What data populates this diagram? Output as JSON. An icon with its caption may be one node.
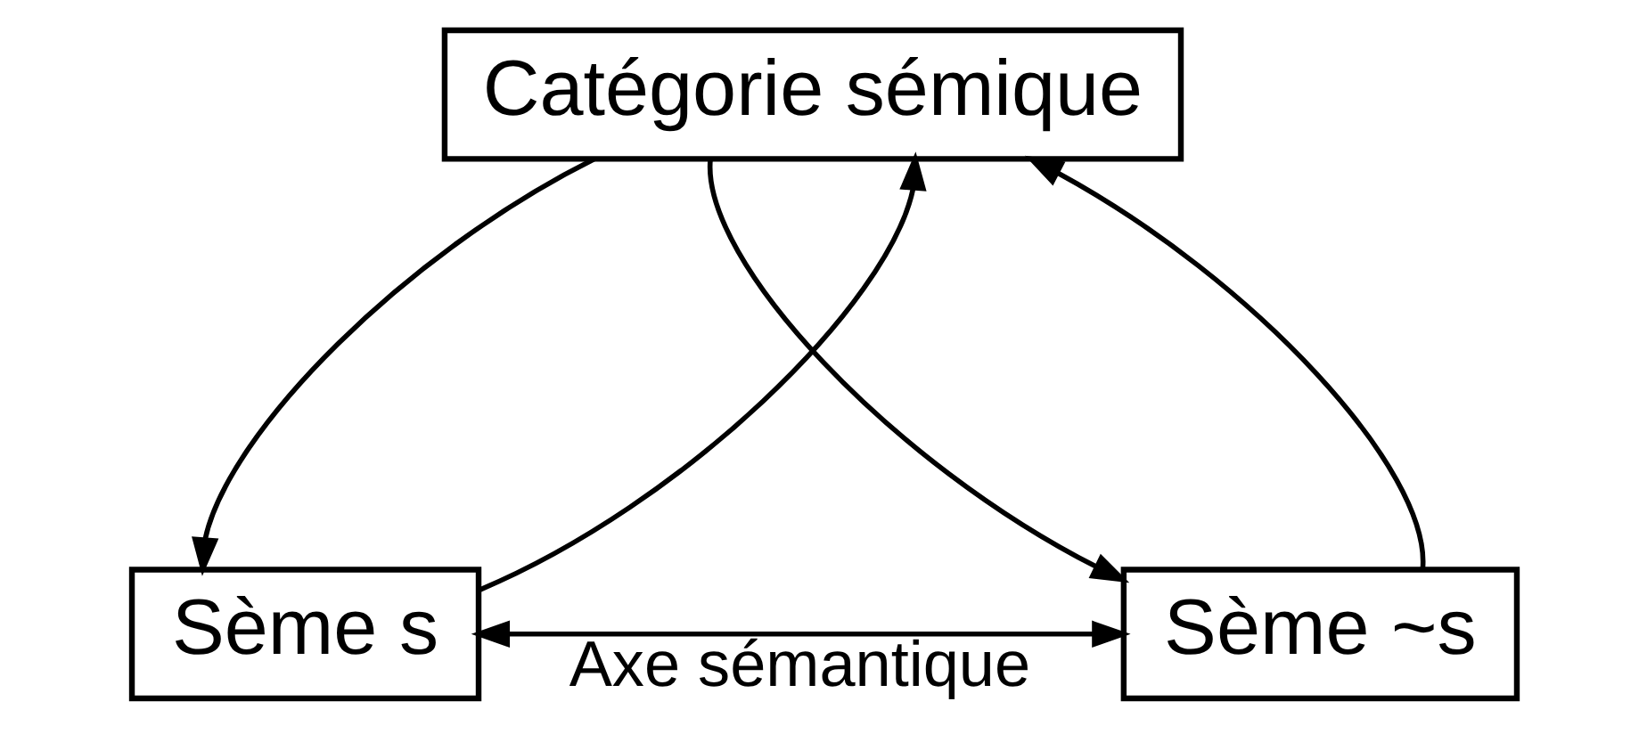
{
  "diagram": {
    "nodes": [
      {
        "text": [
          "Catégorie sémique"
        ]
      },
      {
        "text": [
          "Sème s"
        ]
      },
      {
        "text": [
          "Sème ~s"
        ]
      }
    ],
    "edges": [
      {
        "from": 1,
        "to": 0,
        "arrow": "to"
      },
      {
        "from": 0,
        "to": 1,
        "arrow": "to"
      },
      {
        "from": 2,
        "to": 0,
        "arrow": "to"
      },
      {
        "from": 0,
        "to": 2,
        "arrow": "to"
      },
      {
        "from": 1,
        "to": 2,
        "arrow": "both",
        "label": "Axe sémantique"
      }
    ]
  }
}
